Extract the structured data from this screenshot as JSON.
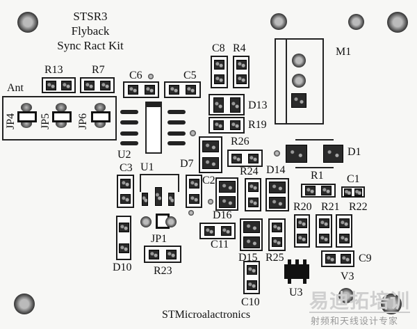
{
  "title": {
    "line1": "STSR3",
    "line2": "Flyback",
    "line3": "Sync Ract Kit"
  },
  "footer": "STMicroalactronics",
  "watermark": {
    "line1": "易迪拓培训",
    "line2": "射频和天线设计专家"
  },
  "labels": {
    "ant": "Ant",
    "jp4": "JP4",
    "jp5": "JP5",
    "jp6": "JP6",
    "r13": "R13",
    "r7": "R7",
    "c6": "C6",
    "c5": "C5",
    "c8": "C8",
    "r4": "R4",
    "d13": "D13",
    "r19": "R19",
    "m1": "M1",
    "u2": "U2",
    "u1": "U1",
    "c3": "C3",
    "d7": "D7",
    "c2": "C2",
    "r26": "R26",
    "d1": "D1",
    "r24": "R24",
    "d14": "D14",
    "r1": "R1",
    "c1": "C1",
    "d16": "D16",
    "r20": "R20",
    "r21": "R21",
    "r22": "R22",
    "jp1": "JP1",
    "c11": "C11",
    "d10": "D10",
    "r23": "R23",
    "d15": "D15",
    "r25": "R25",
    "c9": "C9",
    "v3": "V3",
    "u3": "U3",
    "c10": "C10"
  },
  "colors": {
    "silkscreen": "#111111",
    "pad": "#2a2a2a",
    "board": "#f7f7f5"
  }
}
